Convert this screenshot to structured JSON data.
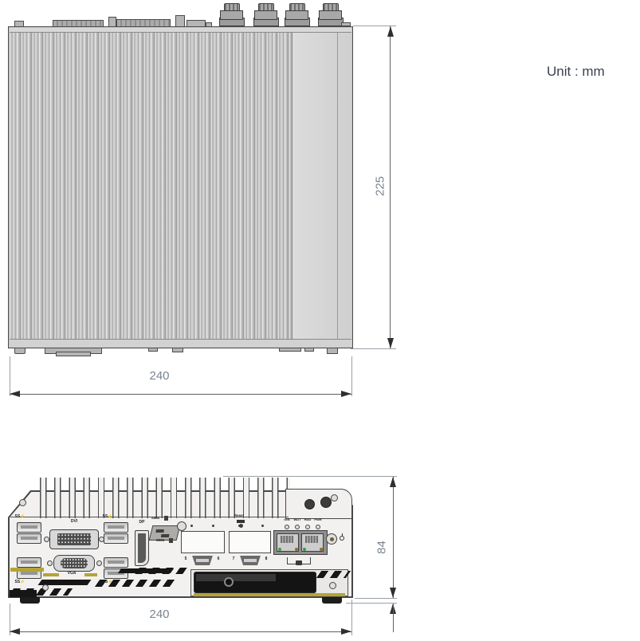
{
  "unit_label": "Unit : mm",
  "top_view": {
    "width_dim": "240",
    "depth_dim": "225"
  },
  "front_view": {
    "width_dim": "240",
    "height_dim": "84",
    "labels": {
      "dvi": "DVI",
      "vga": "VGA",
      "dp": "DP",
      "sim2": "SIM2",
      "sim1": "SIM1",
      "reset": "Reset",
      "leds": [
        "IGN",
        "WDT",
        "HDD",
        "PWR"
      ],
      "pins": [
        "5",
        "6",
        "7",
        "8"
      ]
    }
  },
  "icons": {
    "usb_ss": "SS⚡"
  },
  "colors": {
    "outline": "#4a4a4a",
    "accent_yellow": "#b3a437",
    "tray_black": "#151515",
    "led_green": "#3f9b42",
    "dim_text": "#7b8490"
  }
}
